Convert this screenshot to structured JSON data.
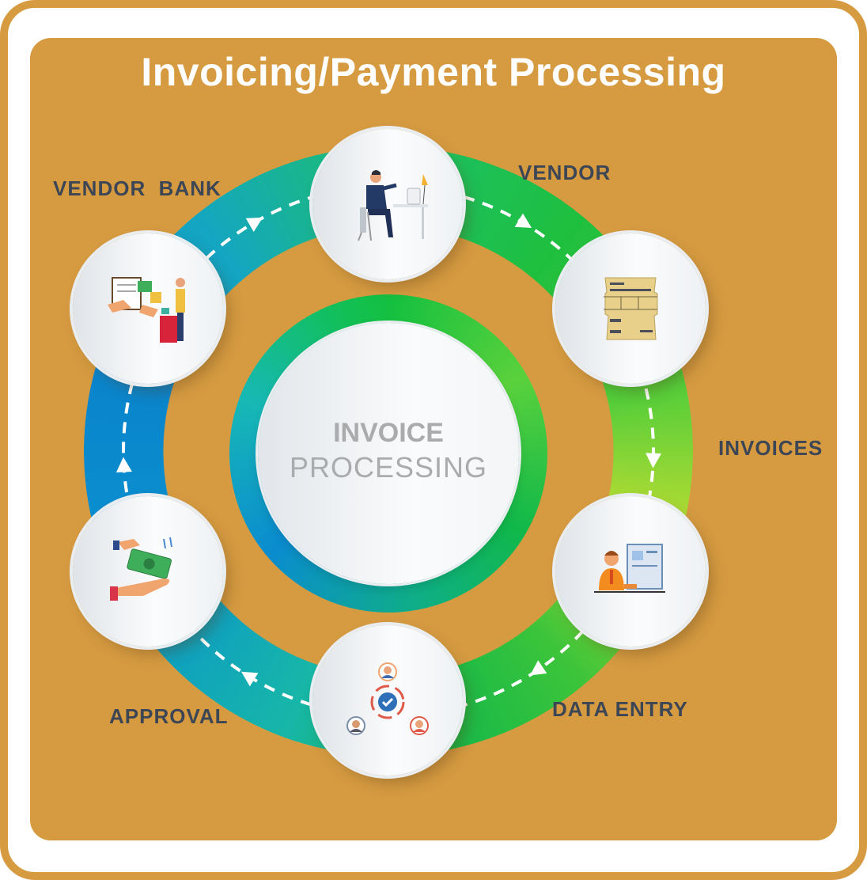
{
  "title": "Invoicing/Payment Processing",
  "center": {
    "line1": "INVOICE",
    "line2": "PROCESSING"
  },
  "steps": [
    {
      "label": "VENDOR",
      "icon": "businessman-at-desk-icon"
    },
    {
      "label": "INVOICES",
      "icon": "invoice-documents-icon"
    },
    {
      "label": "DATA ENTRY",
      "icon": "data-entry-clerk-icon"
    },
    {
      "label": "APPROVAL",
      "icon": "team-approval-icon"
    },
    {
      "label": "VENDOR  BANK",
      "icon": "payment-hand-money-icon"
    }
  ],
  "top_left_icon": "presentation-workers-icon",
  "colors": {
    "background": "#D69B41",
    "label": "#3d4654",
    "title": "#ffffff",
    "center_text": "#a9abad"
  }
}
